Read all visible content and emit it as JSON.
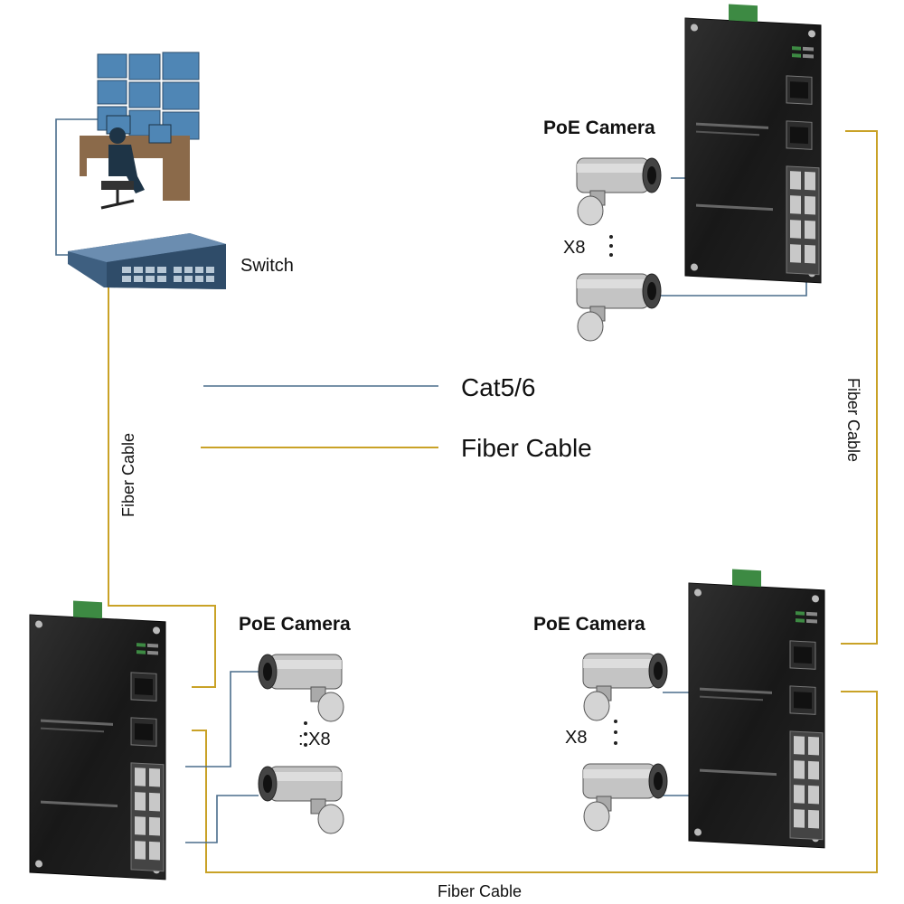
{
  "labels": {
    "switch": "Switch",
    "poe_camera": "PoE Camera",
    "x8": "X8",
    "x8_colon": ": X8",
    "fiber_cable": "Fiber Cable"
  },
  "legend": {
    "cat": "Cat5/6",
    "fiber": "Fiber Cable"
  },
  "colors": {
    "cat": "#4a6d8c",
    "fiber": "#c9a227",
    "switch_body": "#1a1a1a",
    "terminal": "#3d8a43",
    "monitor": "#4f86b5"
  },
  "icons": {
    "monitoring_station": "operator-at-video-wall-icon",
    "core_switch": "rack-switch-icon",
    "industrial_switch": "industrial-switch-icon",
    "camera": "bullet-camera-icon"
  }
}
